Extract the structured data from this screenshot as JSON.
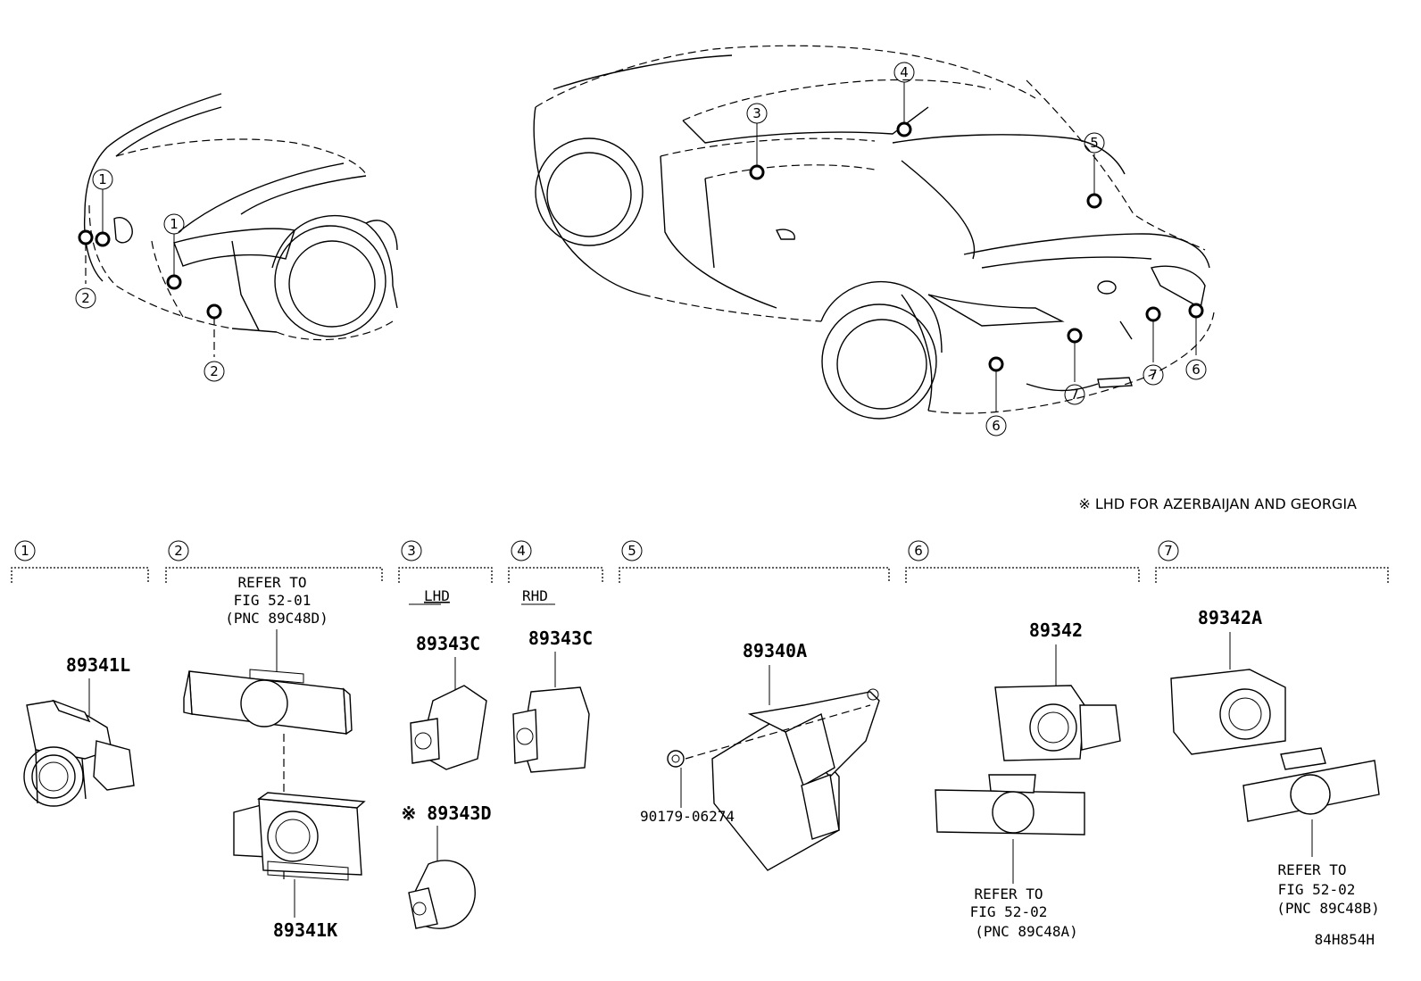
{
  "callouts": [
    "1",
    "2",
    "3",
    "4",
    "5",
    "6",
    "7"
  ],
  "note": "※ LHD FOR AZERBAIJAN AND GEORGIA",
  "sections": {
    "s1": {
      "num": "1",
      "parts": [
        "89341L"
      ]
    },
    "s2": {
      "num": "2",
      "refer": [
        "REFER TO",
        "FIG 52-01",
        "(PNC 89C48D)"
      ],
      "parts": [
        "89341K"
      ]
    },
    "s3": {
      "num": "3",
      "tag": "LHD",
      "parts": [
        "89343C",
        "※ 89343D"
      ]
    },
    "s4": {
      "num": "4",
      "tag": "RHD",
      "parts": [
        "89343C"
      ]
    },
    "s5": {
      "num": "5",
      "parts": [
        "89340A",
        "90179-06274"
      ]
    },
    "s6": {
      "num": "6",
      "parts": [
        "89342"
      ],
      "refer": [
        "REFER TO",
        "FIG 52-02",
        "(PNC 89C48A)"
      ]
    },
    "s7": {
      "num": "7",
      "parts": [
        "89342A"
      ],
      "refer": [
        "REFER TO",
        "FIG 52-02",
        "(PNC 89C48B)"
      ]
    }
  },
  "figure_id": "84H854H"
}
